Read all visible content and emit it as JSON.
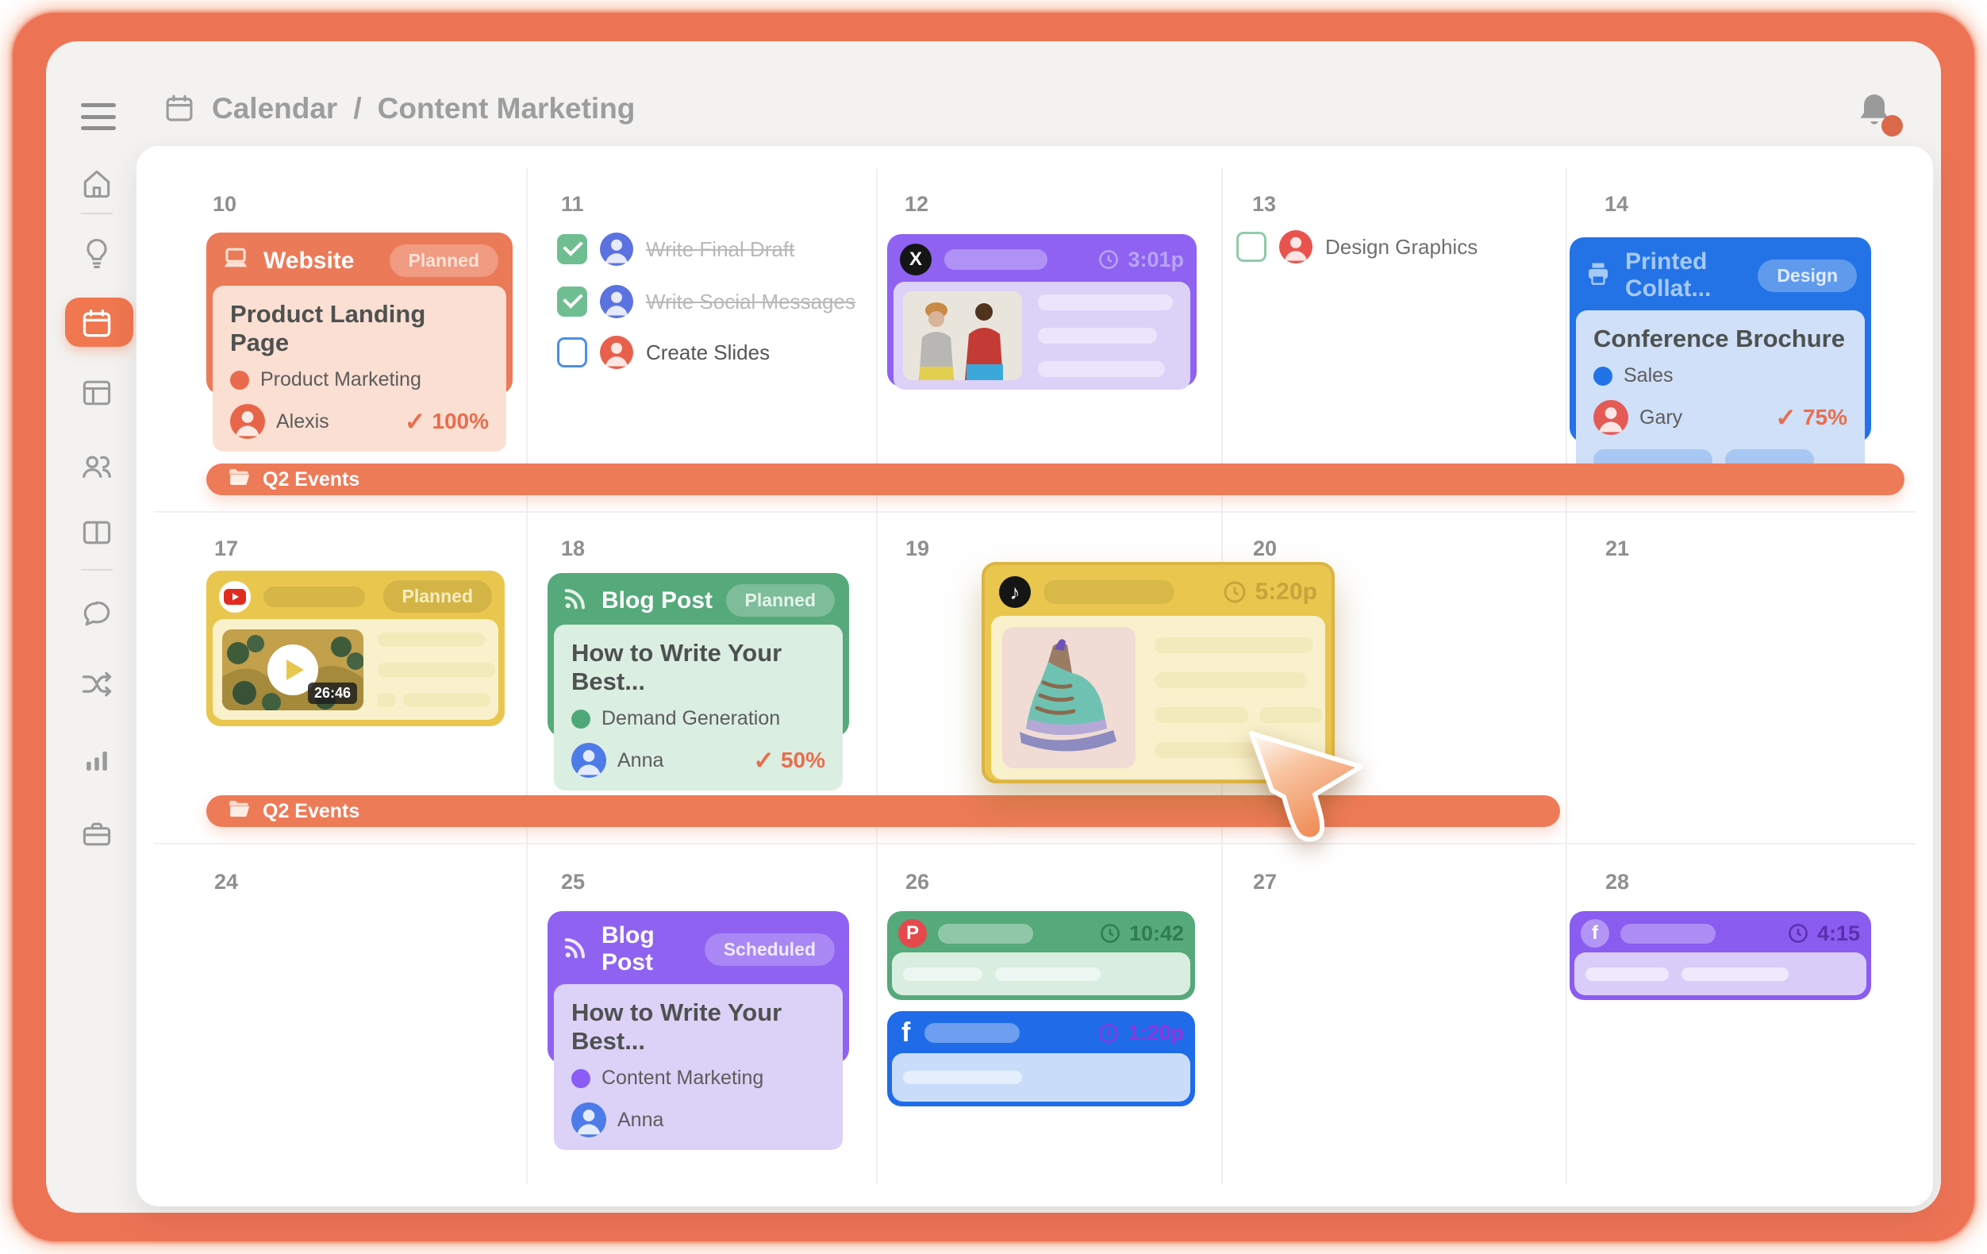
{
  "header": {
    "breadcrumb": {
      "section": "Calendar",
      "separator": "/",
      "page": "Content Marketing"
    }
  },
  "sidebar": {
    "icons": [
      "home-icon",
      "lightbulb-icon",
      "calendar-icon",
      "layout-icon",
      "team-icon",
      "panels-icon",
      "chat-icon",
      "shuffle-icon",
      "analytics-icon",
      "briefcase-icon"
    ],
    "active": "calendar-icon"
  },
  "glyphs": {
    "check": "✓",
    "x_logo": "X",
    "pinterest_logo": "P",
    "facebook_logo": "f",
    "tiktok_note": "♪"
  },
  "calendar": {
    "dates": {
      "row1": [
        "10",
        "11",
        "12",
        "13",
        "14"
      ],
      "row2": [
        "17",
        "18",
        "19",
        "20",
        "21"
      ],
      "row3": [
        "24",
        "25",
        "26",
        "27",
        "28"
      ]
    },
    "banners": [
      {
        "label": "Q2 Events"
      },
      {
        "label": "Q2 Events"
      }
    ],
    "cards": {
      "website": {
        "type": "Website",
        "status": "Planned",
        "title": "Product Landing Page",
        "tag": "Product Marketing",
        "assignee": "Alexis",
        "progress": "100%"
      },
      "day11_tasks": [
        {
          "label": "Write Final Draft",
          "done": true
        },
        {
          "label": "Write Social Messages",
          "done": true
        },
        {
          "label": "Create Slides",
          "done": false
        }
      ],
      "x_post": {
        "network": "x-twitter",
        "time": "3:01p"
      },
      "day13_task": {
        "label": "Design Graphics",
        "done": false
      },
      "printed": {
        "type": "Printed Collat...",
        "status": "Design",
        "title": "Conference Brochure",
        "tag": "Sales",
        "assignee": "Gary",
        "progress": "75%"
      },
      "youtube_video": {
        "network": "youtube",
        "status": "Planned",
        "duration": "26:46"
      },
      "blog_planned": {
        "type": "Blog Post",
        "status": "Planned",
        "title": "How to Write Your Best...",
        "tag": "Demand Generation",
        "assignee": "Anna",
        "progress": "50%"
      },
      "tiktok_post": {
        "network": "tiktok",
        "time": "5:20p"
      },
      "blog_scheduled": {
        "type": "Blog Post",
        "status": "Scheduled",
        "title": "How to Write Your Best...",
        "tag": "Content Marketing",
        "assignee": "Anna"
      },
      "pinterest_post": {
        "network": "pinterest",
        "time": "10:42"
      },
      "facebook_post": {
        "network": "facebook",
        "time": "1:20p"
      },
      "facebook_post_2": {
        "network": "facebook",
        "time": "4:15"
      }
    }
  },
  "colors": {
    "frame": "#ED7355",
    "accent_orange": "#EE7B58",
    "card_orange": "#EB7A58",
    "card_purple": "#8F62F2",
    "card_blue": "#2373E6",
    "card_green": "#55A97A",
    "card_yellow": "#E9C64E",
    "progress_check": "#E96D4D"
  }
}
